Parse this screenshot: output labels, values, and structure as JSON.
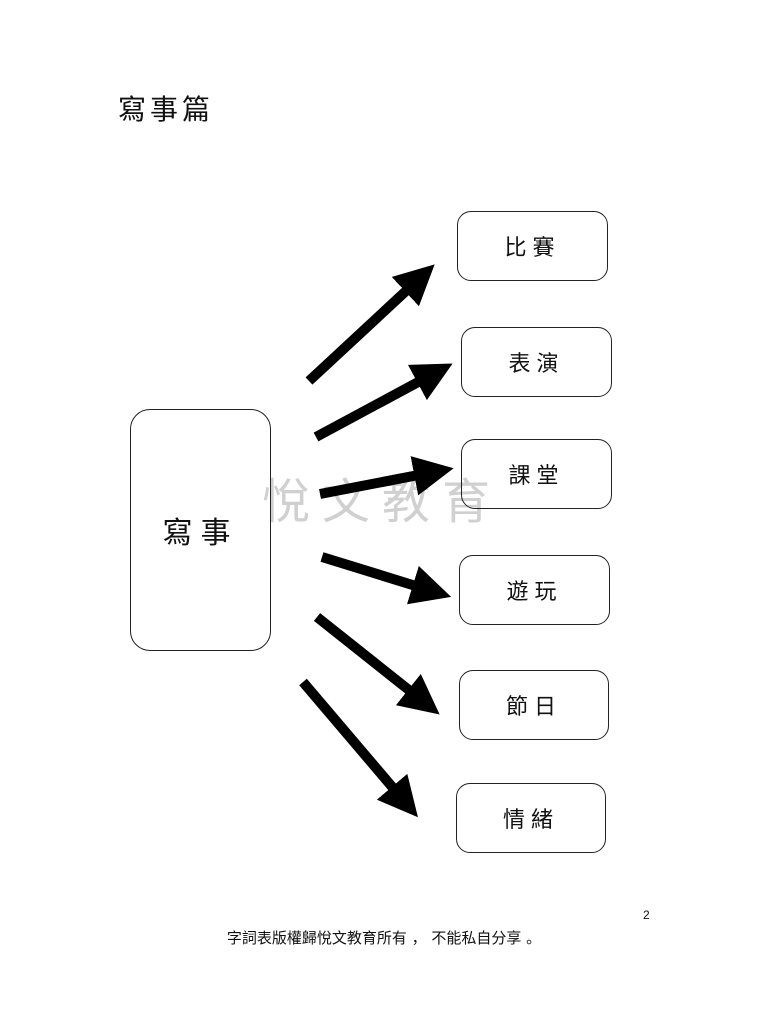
{
  "page": {
    "title": "寫事篇",
    "watermark": "悅文教育",
    "page_number": "2",
    "footer": "字詞表版權歸悅文教育所有 ， 不能私自分享 。"
  },
  "diagram": {
    "center": {
      "label": "寫事"
    },
    "branches": [
      {
        "label": "比賽"
      },
      {
        "label": "表演"
      },
      {
        "label": "課堂"
      },
      {
        "label": "遊玩"
      },
      {
        "label": "節日"
      },
      {
        "label": "情緒"
      }
    ],
    "arrow_color": "#000000"
  }
}
